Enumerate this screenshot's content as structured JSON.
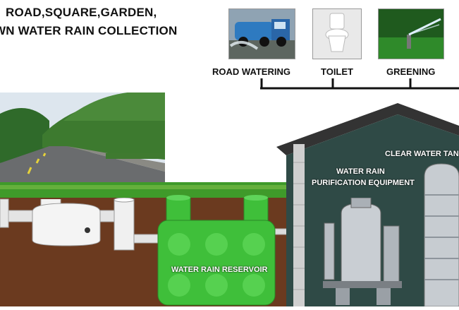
{
  "title": {
    "line1": "ROAD,SQUARE,GARDEN,",
    "line2": "WN WATER RAIN COLLECTION"
  },
  "uses": [
    {
      "label": "ROAD WATERING",
      "icon": "water-truck-icon"
    },
    {
      "label": "TOILET",
      "icon": "toilet-icon"
    },
    {
      "label": "GREENING",
      "icon": "sprinkler-icon"
    }
  ],
  "labels": {
    "clear_water_tank": "CLEAR WATER TAN",
    "purification_line1": "WATER RAIN",
    "purification_line2": "PURIFICATION EQUIPMENT",
    "reservoir": "WATER RAIN RESERVOIR"
  },
  "colors": {
    "soil": "#6b3a1f",
    "grass": "#3f9a2a",
    "reservoir": "#3fbf3a",
    "house_wall": "#2f4a46",
    "roof": "#333333",
    "pipe": "#dcdcdc"
  }
}
